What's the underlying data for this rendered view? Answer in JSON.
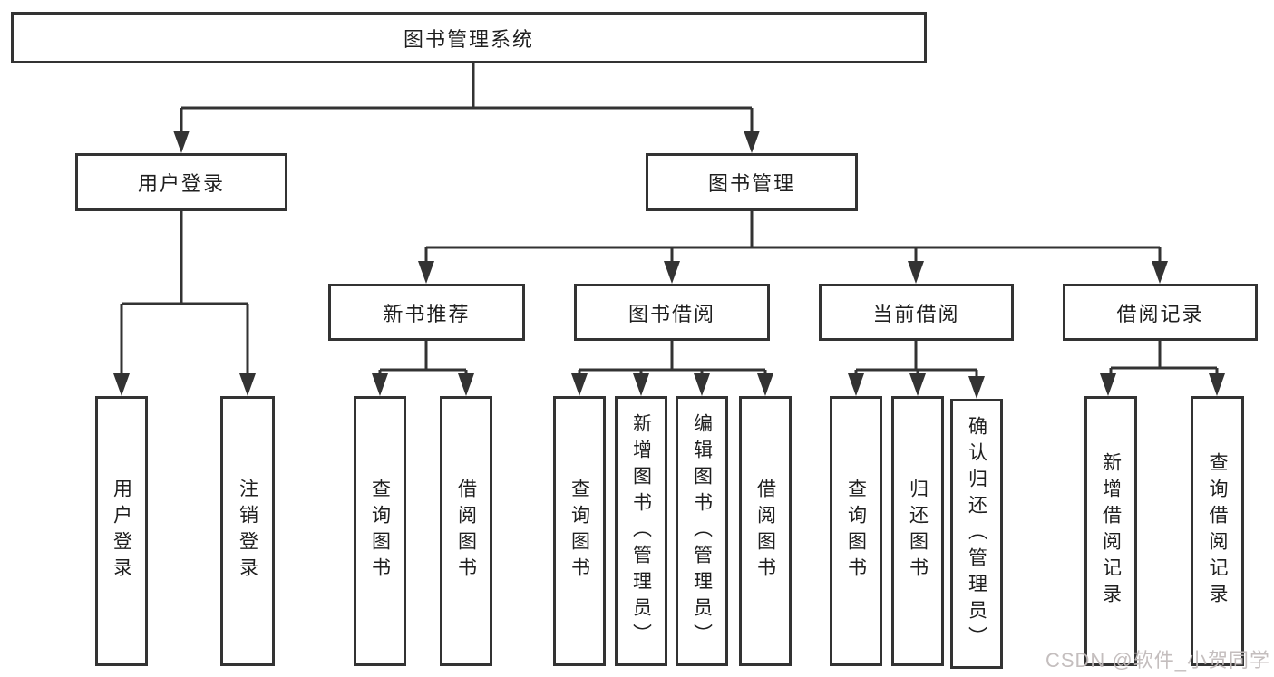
{
  "tree": {
    "root": "图书管理系统",
    "branches": [
      {
        "label": "用户登录",
        "children": [
          "用户登录",
          "注销登录"
        ]
      },
      {
        "label": "图书管理",
        "sections": [
          {
            "label": "新书推荐",
            "children": [
              "查询图书",
              "借阅图书"
            ]
          },
          {
            "label": "图书借阅",
            "children": [
              "查询图书",
              "新增图书（管理员）",
              "编辑图书（管理员）",
              "借阅图书"
            ]
          },
          {
            "label": "当前借阅",
            "children": [
              "查询图书",
              "归还图书",
              "确认归还（管理员）"
            ]
          },
          {
            "label": "借阅记录",
            "children": [
              "新增借阅记录",
              "查询借阅记录"
            ]
          }
        ]
      }
    ]
  },
  "watermark": "CSDN @软件_小贺同学",
  "colors": {
    "line": "#333333",
    "border": "#333333",
    "text": "#1f1f1f",
    "watermark": "#c1bbbb",
    "background": "#ffffff"
  }
}
